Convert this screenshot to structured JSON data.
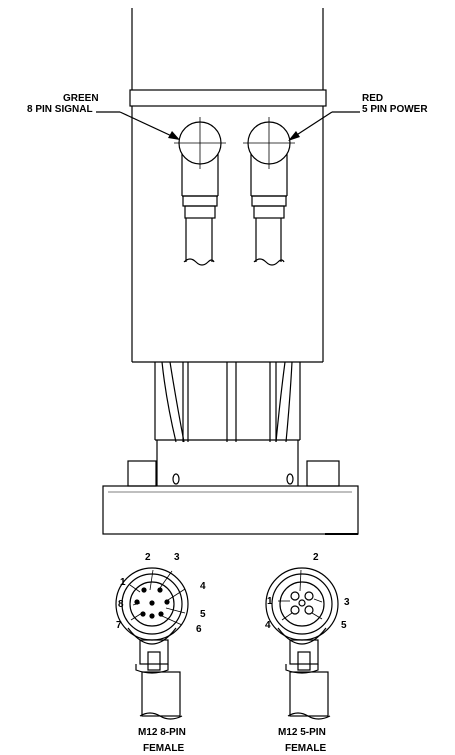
{
  "labels": {
    "green_line1": "GREEN",
    "green_line2": "8 PIN SIGNAL",
    "red_line1": "RED",
    "red_line2": "5 PIN POWER",
    "m12_8_line1": "M12 8-PIN",
    "m12_8_line2": "FEMALE",
    "m12_5_line1": "M12 5-PIN",
    "m12_5_line2": "FEMALE"
  },
  "pins8": [
    "1",
    "2",
    "3",
    "4",
    "5",
    "6",
    "7",
    "8"
  ],
  "pins5": [
    "1",
    "2",
    "3",
    "4",
    "5"
  ],
  "colors": {
    "line": "#000000",
    "background": "#ffffff"
  }
}
